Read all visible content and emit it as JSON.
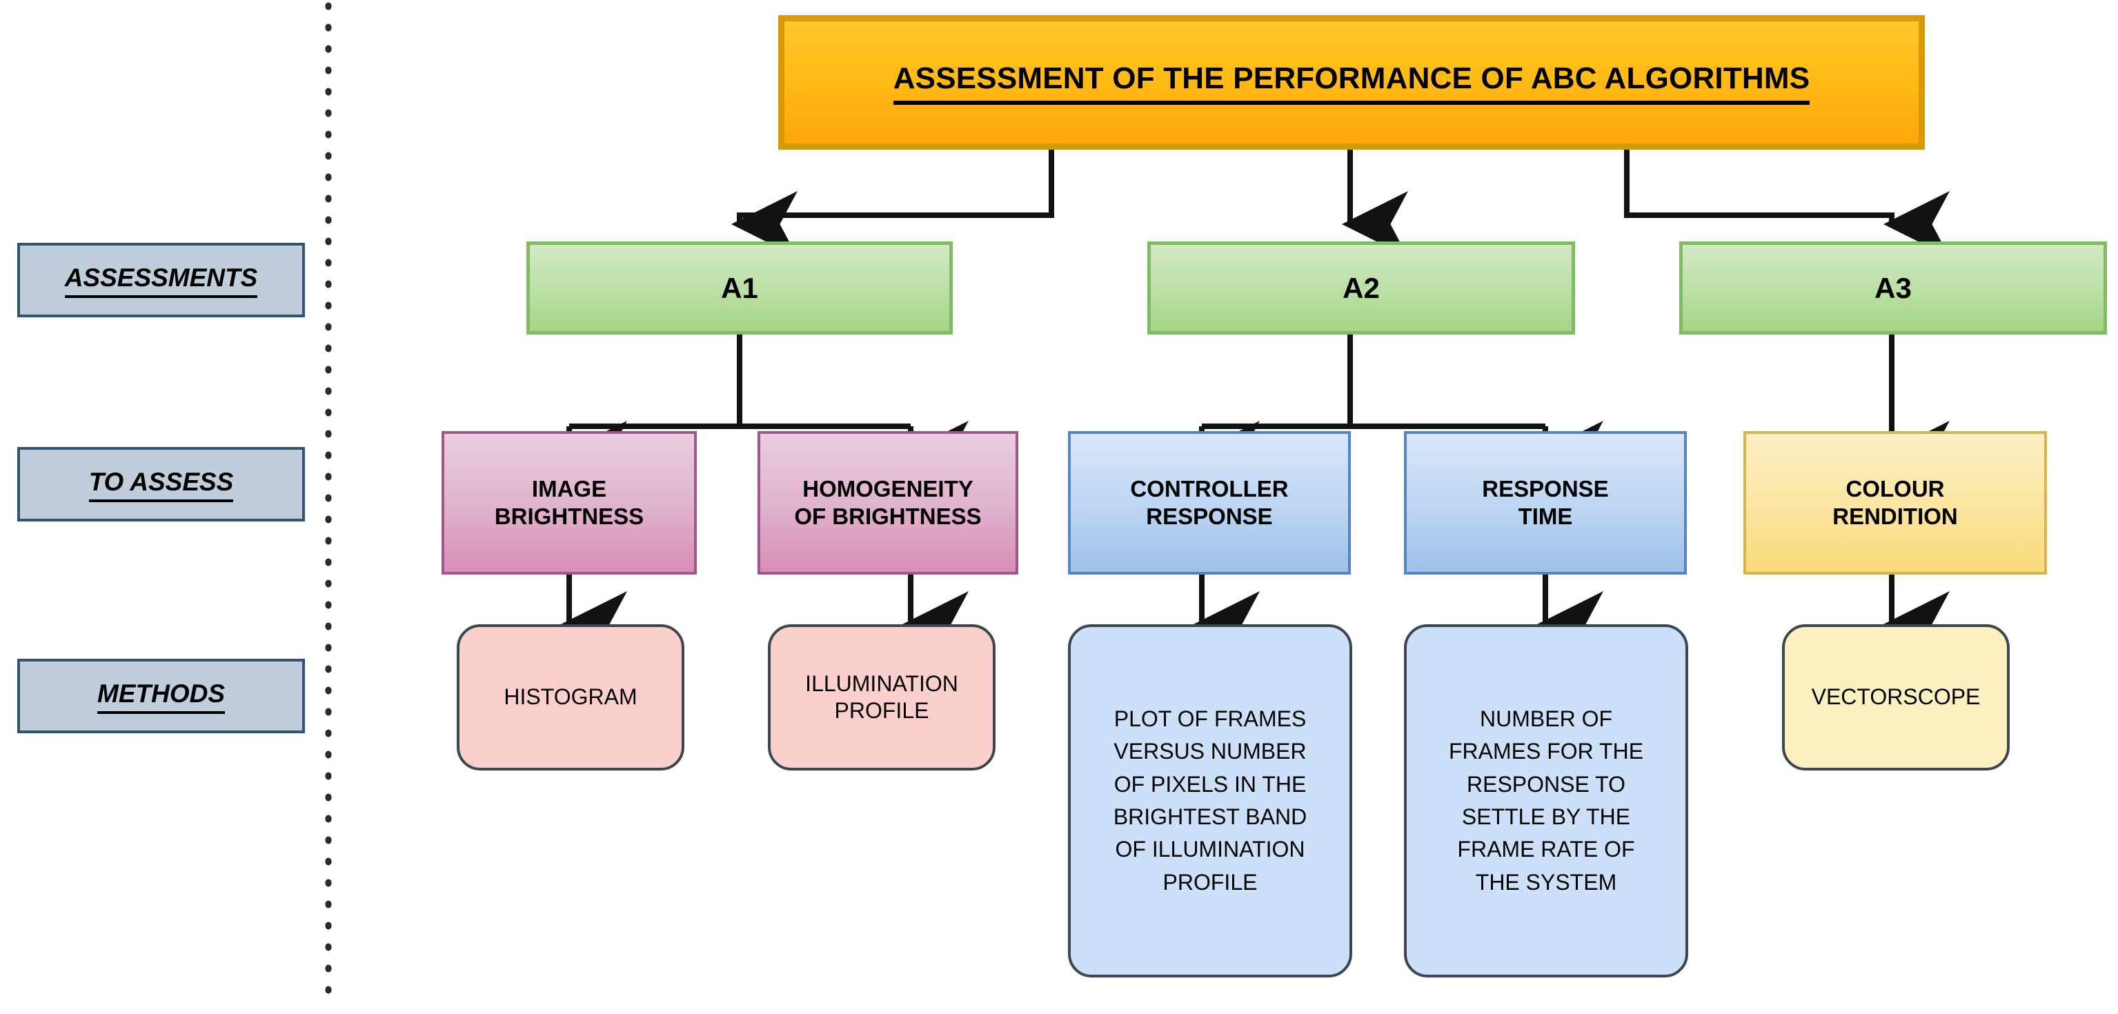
{
  "diagram": {
    "title": "ASSESSMENT OF THE PERFORMANCE OF ABC ALGORITHMS",
    "row_labels": [
      {
        "id": "assessments",
        "label": "ASSESSMENTS"
      },
      {
        "id": "to-assess",
        "label": "TO ASSESS"
      },
      {
        "id": "methods",
        "label": "METHODS"
      }
    ],
    "assessments": [
      {
        "id": "a1",
        "label": "A1"
      },
      {
        "id": "a2",
        "label": "A2"
      },
      {
        "id": "a3",
        "label": "A3"
      }
    ],
    "to_assess": [
      {
        "id": "image-brightness",
        "lines": [
          "IMAGE",
          "BRIGHTNESS"
        ]
      },
      {
        "id": "homogeneity-brightness",
        "lines": [
          "HOMOGENEITY",
          "OF BRIGHTNESS"
        ]
      },
      {
        "id": "controller-response",
        "lines": [
          "CONTROLLER",
          "RESPONSE"
        ]
      },
      {
        "id": "response-time",
        "lines": [
          "RESPONSE",
          "TIME"
        ]
      },
      {
        "id": "colour-rendition",
        "lines": [
          "COLOUR",
          "RENDITION"
        ]
      }
    ],
    "methods": [
      {
        "id": "histogram",
        "lines": [
          "HISTOGRAM"
        ]
      },
      {
        "id": "illumination-profile",
        "lines": [
          "ILLUMINATION",
          "PROFILE"
        ]
      },
      {
        "id": "plot-frames-pixels",
        "lines": [
          "PLOT OF FRAMES",
          "VERSUS NUMBER",
          "OF PIXELS IN THE",
          "BRIGHTEST BAND",
          "OF ILLUMINATION",
          "PROFILE"
        ]
      },
      {
        "id": "frames-settle",
        "lines": [
          "NUMBER OF",
          "FRAMES FOR THE",
          "RESPONSE TO",
          "SETTLE BY THE",
          "FRAME RATE OF",
          "THE SYSTEM"
        ]
      },
      {
        "id": "vectorscope",
        "lines": [
          "VECTORSCOPE"
        ]
      }
    ],
    "colors": {
      "title_fill_top": "#FFC72C",
      "title_fill_bottom": "#FFA60C",
      "title_border": "#D79B07",
      "legend_fill": "#BFCEDA",
      "legend_border": "#31536F",
      "green_fill": "#BADFA4",
      "green_border": "#80BA62",
      "pink_fill": "#E0B4CE",
      "pink_border": "#A0568A",
      "blue_fill": "#BFD7F3",
      "blue_border": "#5384C3",
      "yellow_fill": "#FBE6A4",
      "yellow_border": "#D9B44A",
      "method_pink_fill": "#FBCFCC",
      "method_blue_fill": "#CCE0F9",
      "method_yellow_fill": "#FBF0C0",
      "method_border": "#3C4650",
      "connector": "#1A1A1A",
      "divider": "#2B2B2B",
      "background": "#FFFFFF"
    },
    "divider": {
      "name": "vertical-dotted-divider"
    }
  }
}
